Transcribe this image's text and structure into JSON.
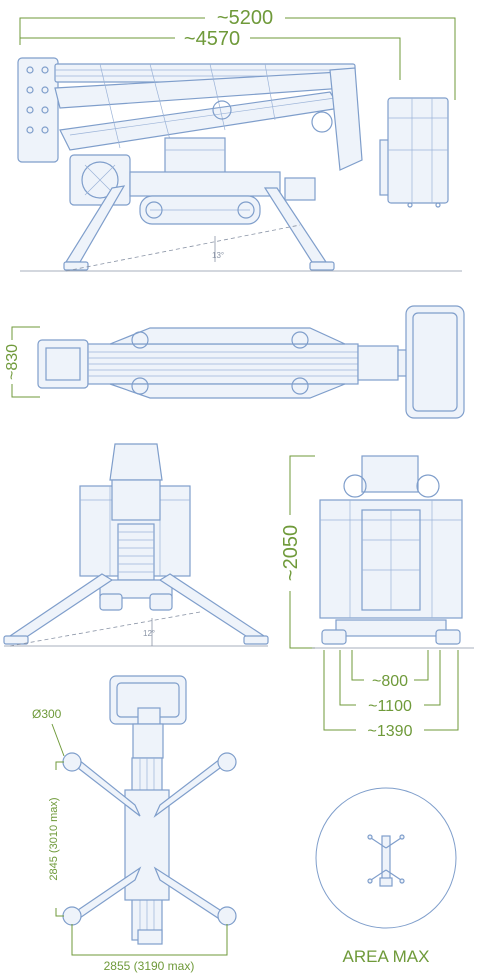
{
  "side_view": {
    "overall_length": "~5200",
    "stowed_length": "~4570",
    "outrigger_angle": "13°"
  },
  "top_view": {
    "width": "~830"
  },
  "front_view": {
    "outrigger_angle": "12°"
  },
  "rear_view": {
    "height": "~2050",
    "track_width": "~800",
    "outrigger_width": "~1100",
    "overall_width": "~1390"
  },
  "plan_view": {
    "foot_diameter": "Ø300",
    "outrigger_span_length": "2845 (3010 max)",
    "outrigger_span_width": "2855 (3190 max)"
  },
  "area_max": {
    "label": "AREA MAX"
  },
  "colors": {
    "dimension": "#6f9a3a",
    "machine": "#7f9ecb",
    "angle": "#8a94a6"
  }
}
